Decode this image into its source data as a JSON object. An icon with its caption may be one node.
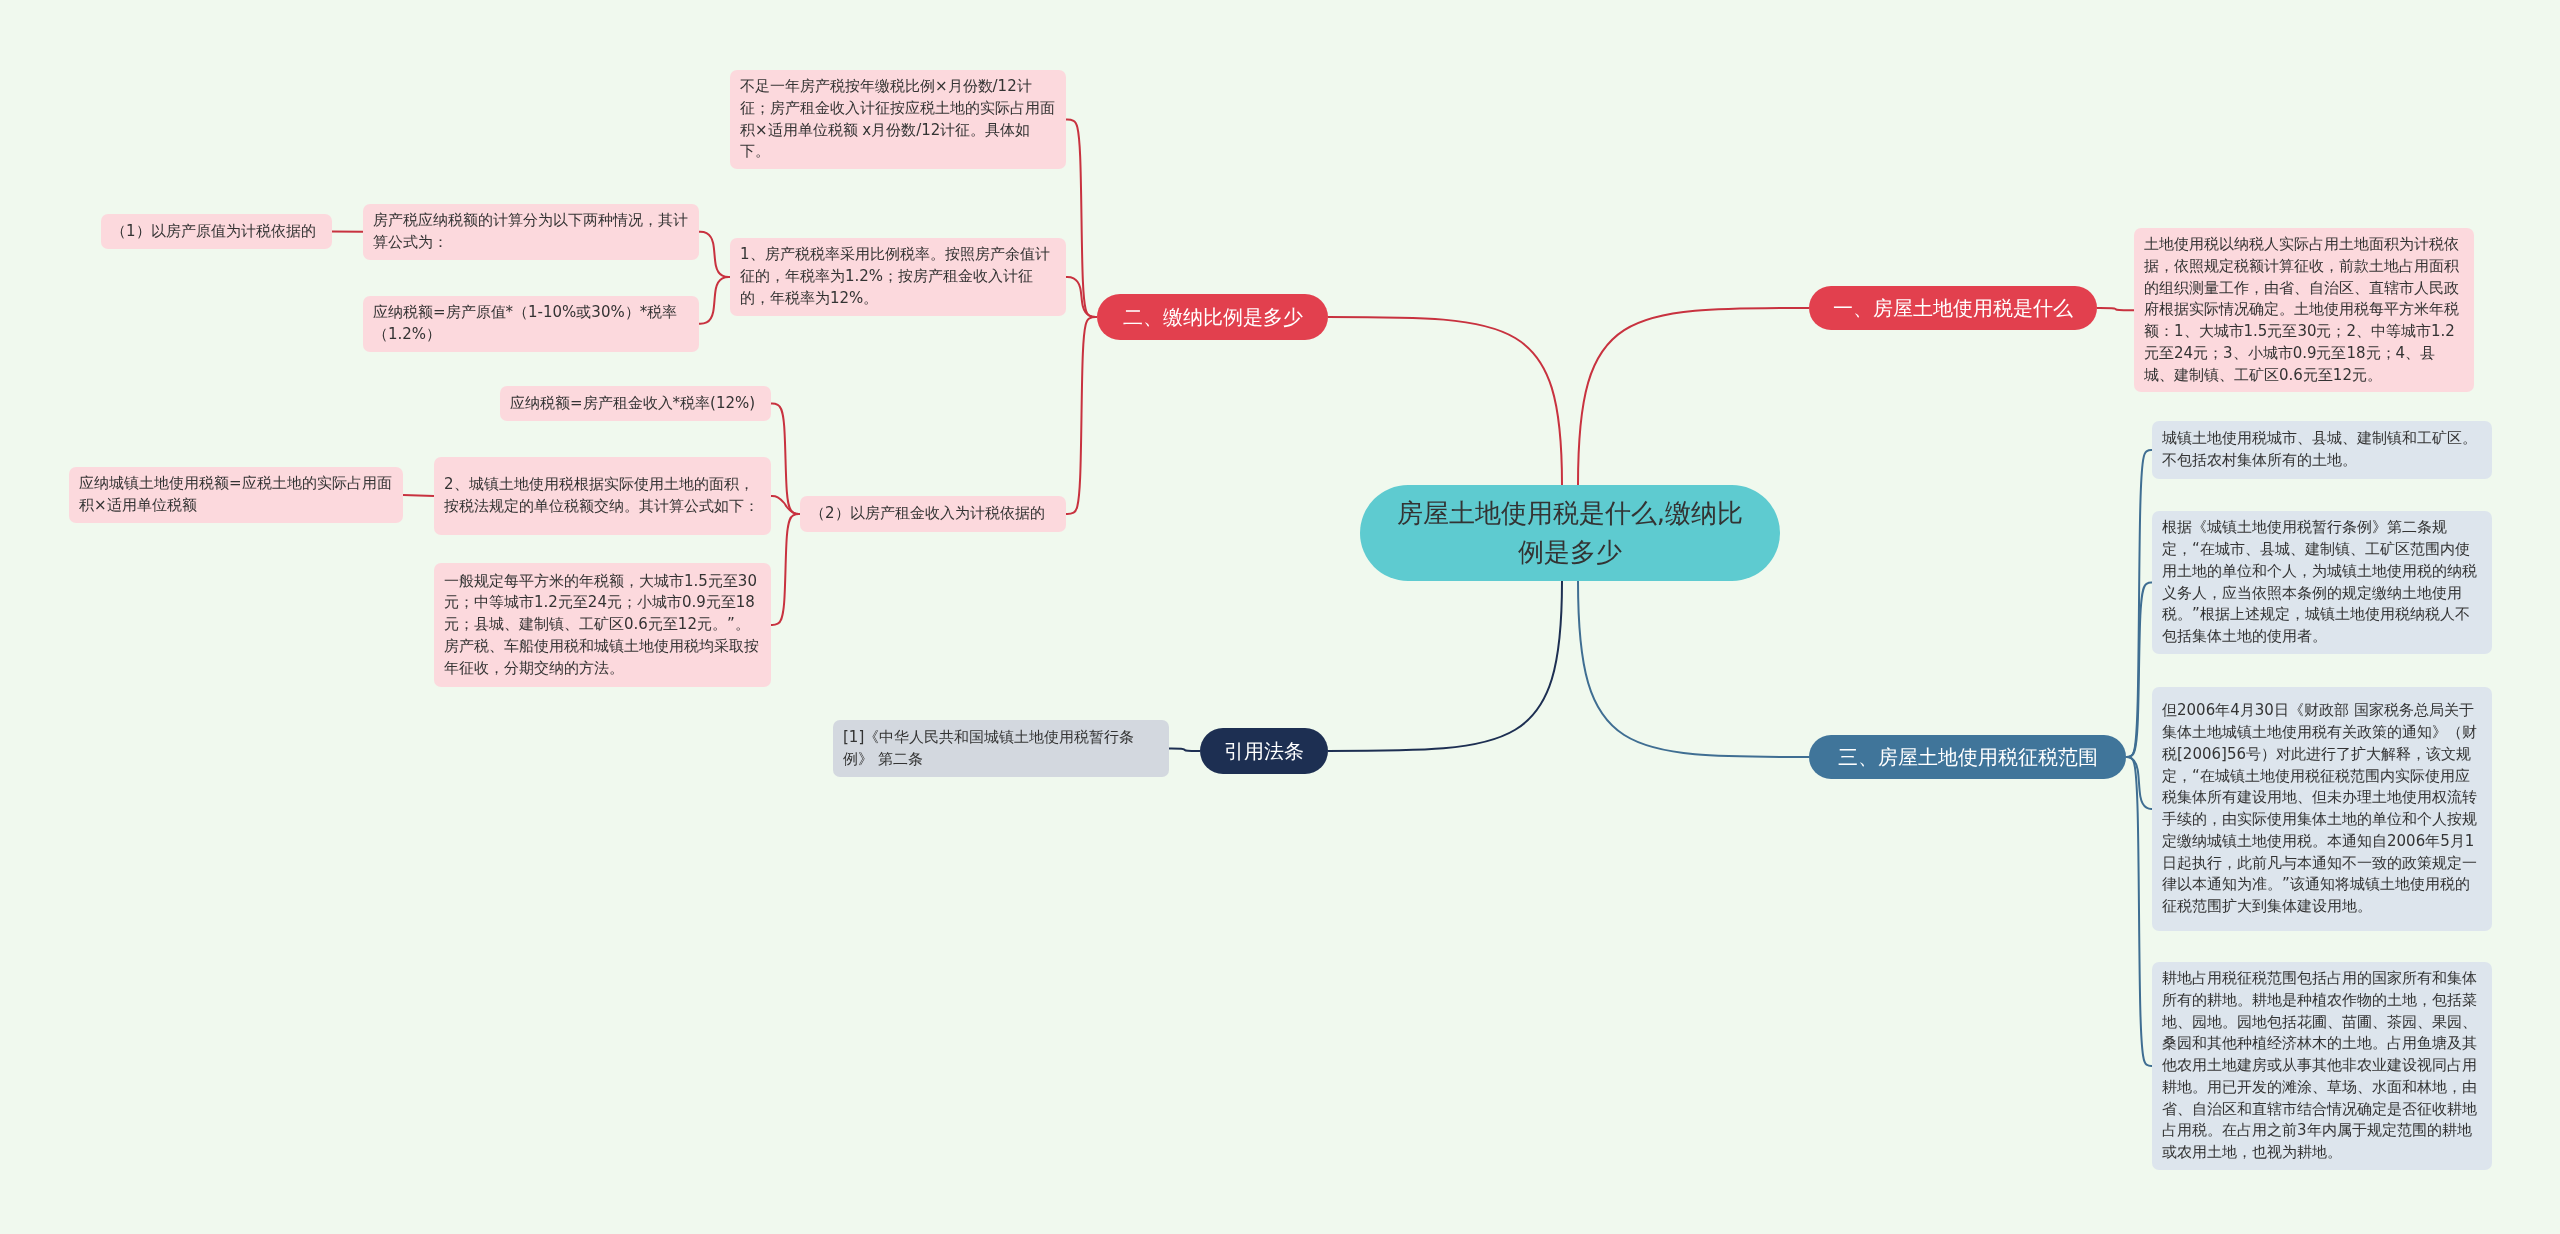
{
  "diagram": {
    "nodes": [
      {
        "text": [
          "房屋土地使用税是什么,缴纳比例是多少"
        ]
      },
      {
        "text": [
          "一、房屋土地使用税是什么"
        ]
      },
      {
        "text": [
          "土地使用税以纳税人实际占用土地面积为计税依据，依照规定税额计算征收，前款土地占用面积的组织测量工作，由省、自治区、直辖市人民政府根据实际情况确定。土地使用税每平方米年税额：1、大城市1.5元至30元；2、中等城市1.2元至24元；3、小城市0.9元至18元；4、县城、建制镇、工矿区0.6元至12元。"
        ]
      },
      {
        "text": [
          "二、缴纳比例是多少"
        ]
      },
      {
        "text": [
          "1、房产税税率采用比例税率。按照房产余值计征的，年税率为1.2%；按房产租金收入计征的，年税率为12%。"
        ]
      },
      {
        "text": [
          "不足一年房产税按年缴税比例×月份数/12计征；房产租金收入计征按应税土地的实际占用面积×适用单位税额 x月份数/12计征。具体如下。"
        ]
      },
      {
        "text": [
          "房产税应纳税额的计算分为以下两种情况，其计算公式为："
        ]
      },
      {
        "text": [
          "（1）以房产原值为计税依据的"
        ]
      },
      {
        "text": [
          "应纳税额=房产原值*（1-10%或30%）*税率（1.2%）"
        ]
      },
      {
        "text": [
          "（2）以房产租金收入为计税依据的"
        ]
      },
      {
        "text": [
          "应纳税额=房产租金收入*税率(12%)"
        ]
      },
      {
        "text": [
          "2、城镇土地使用税根据实际使用土地的面积，按税法规定的单位税额交纳。其计算公式如下："
        ]
      },
      {
        "text": [
          "一般规定每平方米的年税额，大城市1.5元至30元；中等城市1.2元至24元；小城市0.9元至18元；县城、建制镇、工矿区0.6元至12元。”。房产税、车船使用税和城镇土地使用税均采取按年征收，分期交纳的方法。"
        ]
      },
      {
        "text": [
          "应纳城镇土地使用税额=应税土地的实际占用面积×适用单位税额"
        ]
      },
      {
        "text": [
          "引用法条"
        ]
      },
      {
        "text": [
          "[1]《中华人民共和国城镇土地使用税暂行条例》 第二条"
        ]
      },
      {
        "text": [
          "三、房屋土地使用税征税范围"
        ]
      },
      {
        "text": [
          "城镇土地使用税城市、县城、建制镇和工矿区。不包括农村集体所有的土地。"
        ]
      },
      {
        "text": [
          "根据《城镇土地使用税暂行条例》第二条规定，“在城市、县城、建制镇、工矿区范围内使用土地的单位和个人，为城镇土地使用税的纳税义务人，应当依照本条例的规定缴纳土地使用税。”根据上述规定，城镇土地使用税纳税人不包括集体土地的使用者。"
        ]
      },
      {
        "text": [
          "但2006年4月30日《财政部 国家税务总局关于集体土地城镇土地使用税有关政策的通知》（财税[2006]56号）对此进行了扩大解释，该文规定，“在城镇土地使用税征税范围内实际使用应税集体所有建设用地、但未办理土地使用权流转手续的，由实际使用集体土地的单位和个人按规定缴纳城镇土地使用税。本通知自2006年5月1日起执行，此前凡与本通知不一致的政策规定一律以本通知为准。”该通知将城镇土地使用税的征税范围扩大到集体建设用地。"
        ]
      },
      {
        "text": [
          "耕地占用税征税范围包括占用的国家所有和集体所有的耕地。耕地是种植农作物的土地，包括菜地、园地。园地包括花圃、苗圃、茶园、果园、桑园和其他种植经济林木的土地。占用鱼塘及其他农用土地建房或从事其他非农业建设视同占用耕地。用已开发的滩涂、草场、水面和林地，由省、自治区和直辖市结合情况确定是否征收耕地占用税。在占用之前3年内属于规定范围的耕地或农用土地，也视为耕地。"
        ]
      }
    ],
    "edges": [
      {
        "from": 0,
        "to": 1,
        "arrow": "none"
      },
      {
        "from": 1,
        "to": 2,
        "arrow": "none"
      },
      {
        "from": 0,
        "to": 3,
        "arrow": "none"
      },
      {
        "from": 3,
        "to": 5,
        "arrow": "none"
      },
      {
        "from": 3,
        "to": 4,
        "arrow": "none"
      },
      {
        "from": 3,
        "to": 9,
        "arrow": "none"
      },
      {
        "from": 4,
        "to": 6,
        "arrow": "none"
      },
      {
        "from": 4,
        "to": 8,
        "arrow": "none"
      },
      {
        "from": 6,
        "to": 7,
        "arrow": "none"
      },
      {
        "from": 9,
        "to": 10,
        "arrow": "none"
      },
      {
        "from": 9,
        "to": 11,
        "arrow": "none"
      },
      {
        "from": 9,
        "to": 12,
        "arrow": "none"
      },
      {
        "from": 11,
        "to": 13,
        "arrow": "none"
      },
      {
        "from": 0,
        "to": 14,
        "arrow": "none",
        "color": "#1d2f52"
      },
      {
        "from": 14,
        "to": 15,
        "arrow": "none",
        "color": "#1d2f52"
      },
      {
        "from": 0,
        "to": 16,
        "arrow": "none",
        "color": "#3f6e92"
      },
      {
        "from": 16,
        "to": 17,
        "arrow": "none",
        "color": "#3f6e92"
      },
      {
        "from": 16,
        "to": 18,
        "arrow": "none",
        "color": "#3f6e92"
      },
      {
        "from": 16,
        "to": 19,
        "arrow": "none",
        "color": "#3f6e92"
      },
      {
        "from": 16,
        "to": 20,
        "arrow": "none",
        "color": "#3f6e92"
      }
    ]
  }
}
